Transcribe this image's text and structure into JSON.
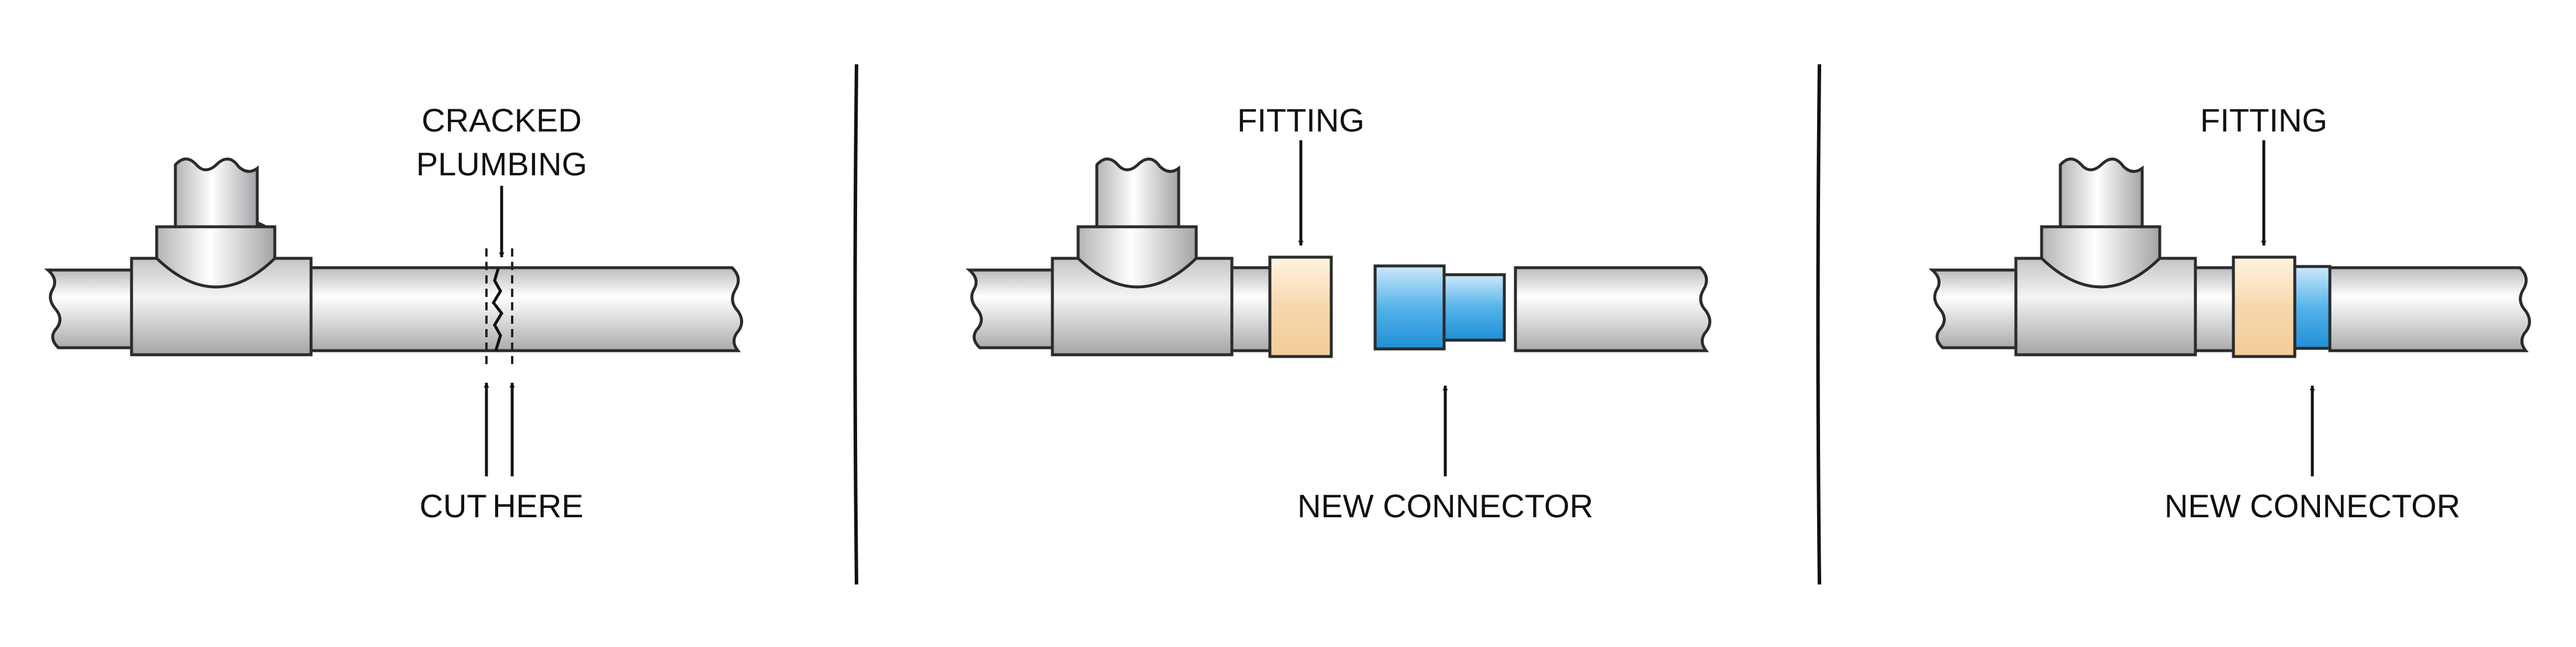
{
  "panels": [
    {
      "labels": {
        "cracked_line1": "CRACKED",
        "cracked_line2": "PLUMBING",
        "cut_word": "CUT",
        "here_word": "HERE"
      }
    },
    {
      "labels": {
        "fitting": "FITTING",
        "new_connector": "NEW CONNECTOR"
      }
    },
    {
      "labels": {
        "fitting": "FITTING",
        "new_connector": "NEW CONNECTOR"
      }
    }
  ],
  "colors": {
    "outline": "#2b2b2b",
    "fitting_fill": "#f6d7a8",
    "connector_fill": "#3ea3e0"
  }
}
